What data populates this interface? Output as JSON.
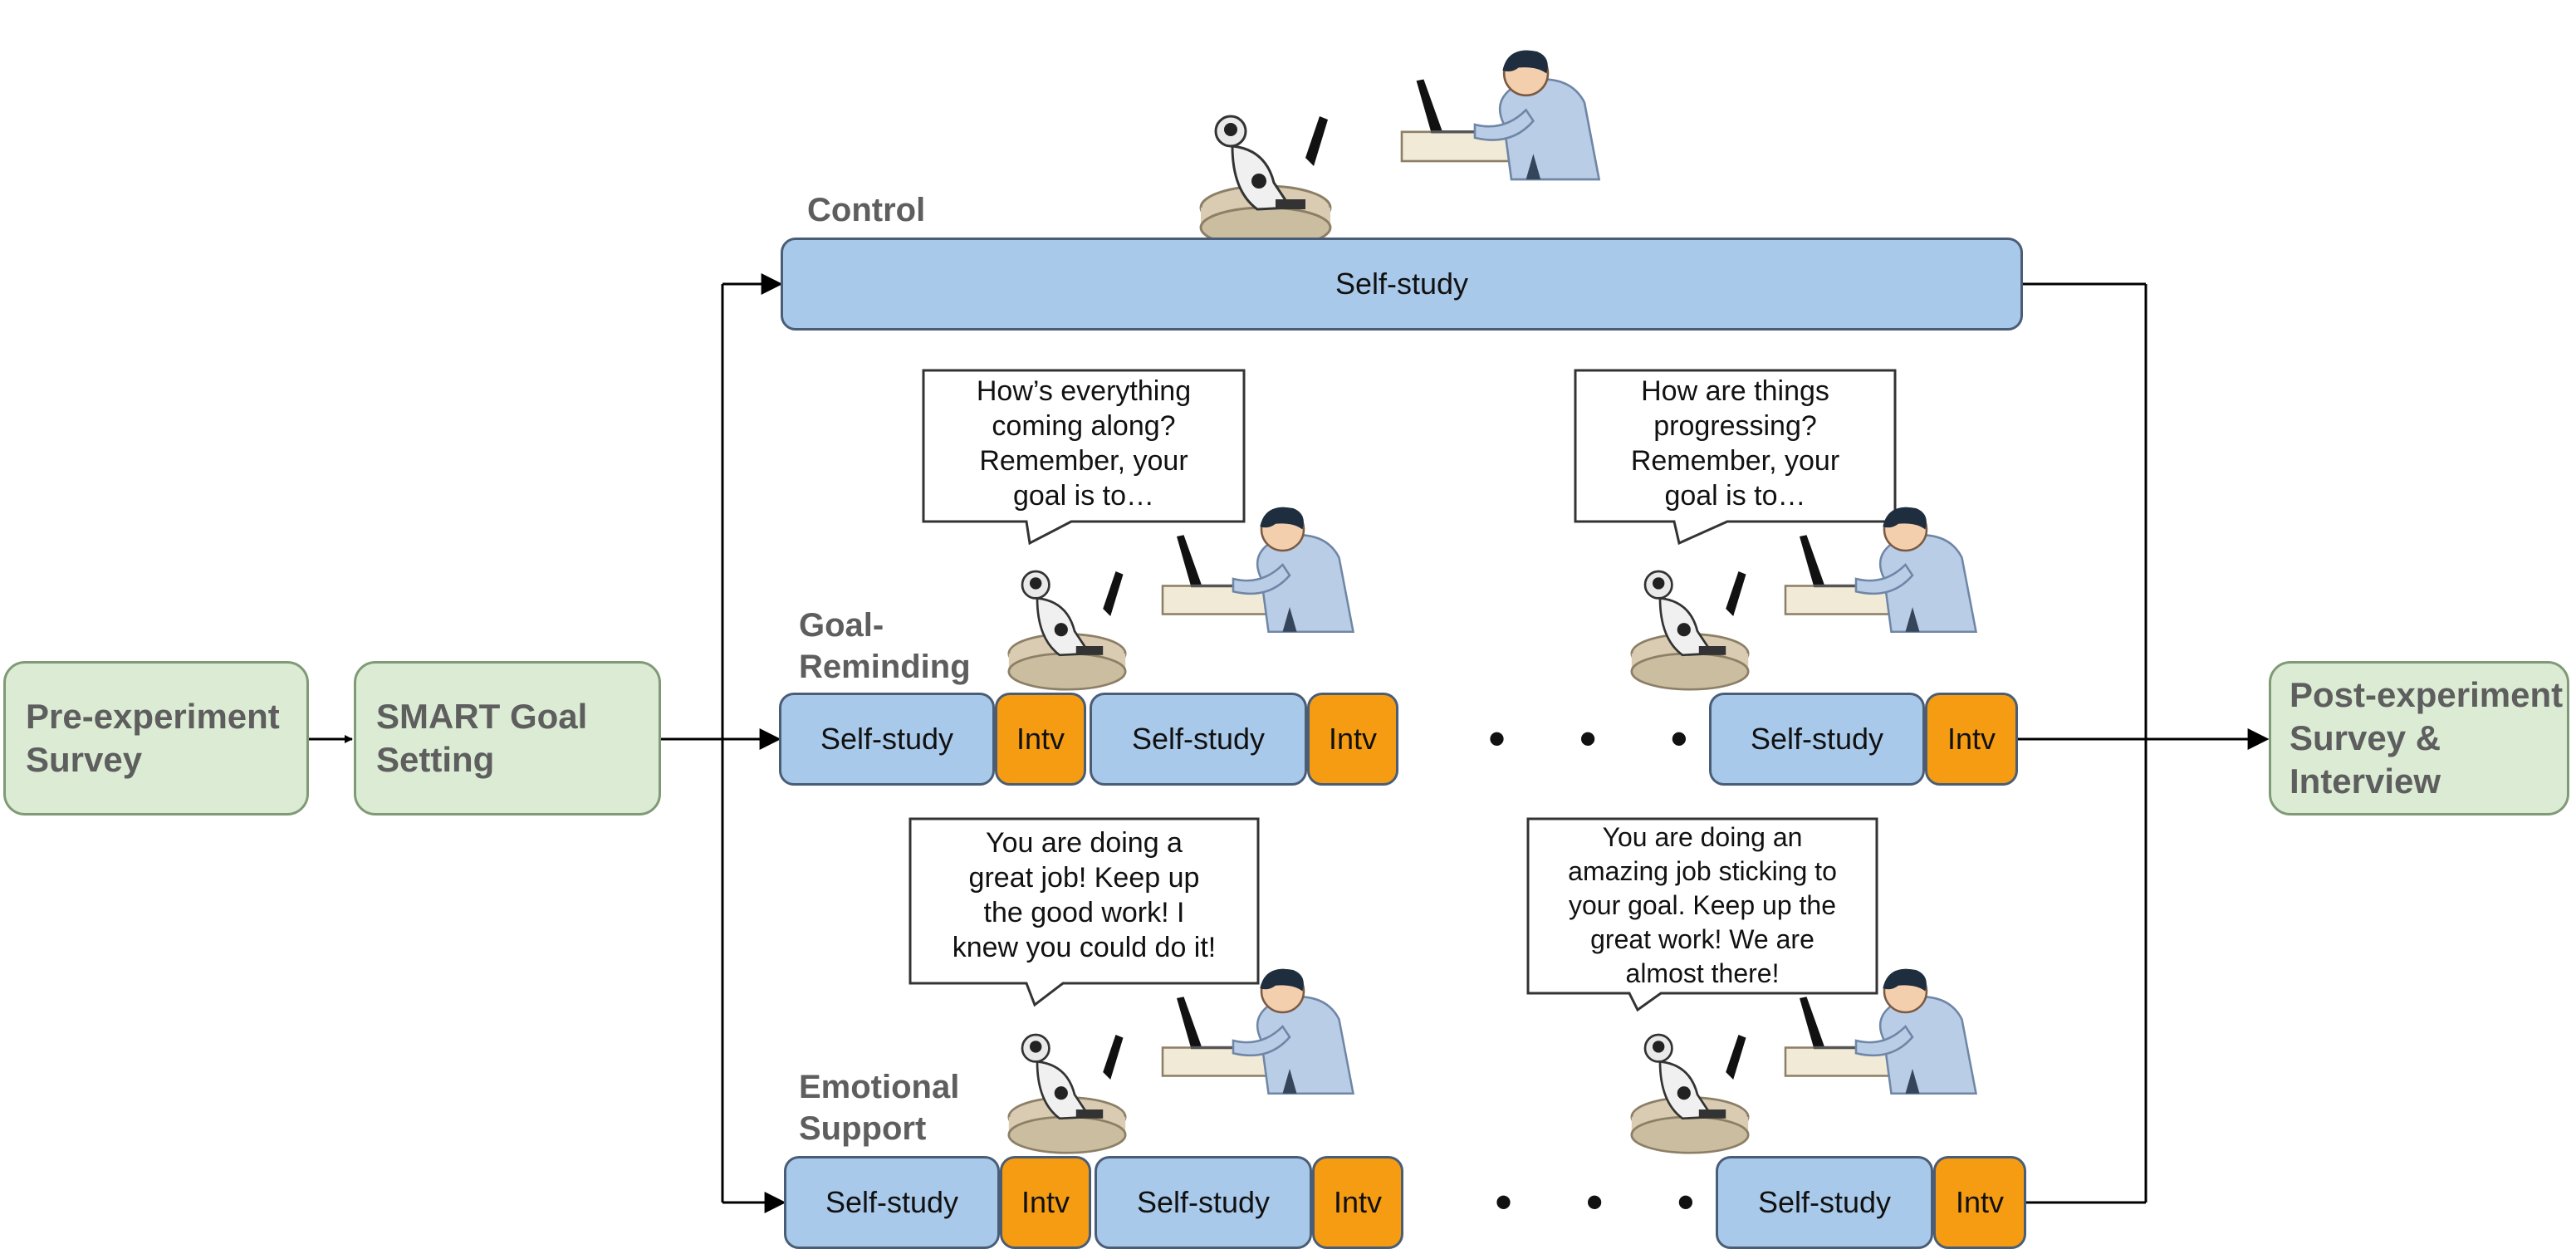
{
  "stages": {
    "pre": "Pre-experiment\nSurvey",
    "smart": "SMART Goal\nSetting",
    "post": "Post-experiment\nSurvey &\nInterview"
  },
  "conditions": {
    "control": "Control",
    "goal": "Goal-\nReminding",
    "emotional": "Emotional\nSupport"
  },
  "blocks": {
    "self_study": "Self-study",
    "intv": "Intv"
  },
  "ellipsis": "• • •",
  "bubbles": {
    "goal_1": "How’s everything\ncoming along?\nRemember, your\ngoal is to…",
    "goal_2": "How are things\nprogressing?\nRemember, your\ngoal is to…",
    "emo_1": "You are doing a\ngreat job! Keep up\nthe good work! I\nknew you could do it!",
    "emo_2": "You are doing an\namazing job sticking to\nyour goal. Keep up the\ngreat work! We are\nalmost there!"
  },
  "colors": {
    "stage_fill": "#dbebd4",
    "self_study_fill": "#a9c9ea",
    "intervention_fill": "#f59c12",
    "robot": "#e8e8e8",
    "person_shirt": "#b9cde6"
  },
  "icons": [
    "robot-icon",
    "person-at-laptop-icon"
  ]
}
